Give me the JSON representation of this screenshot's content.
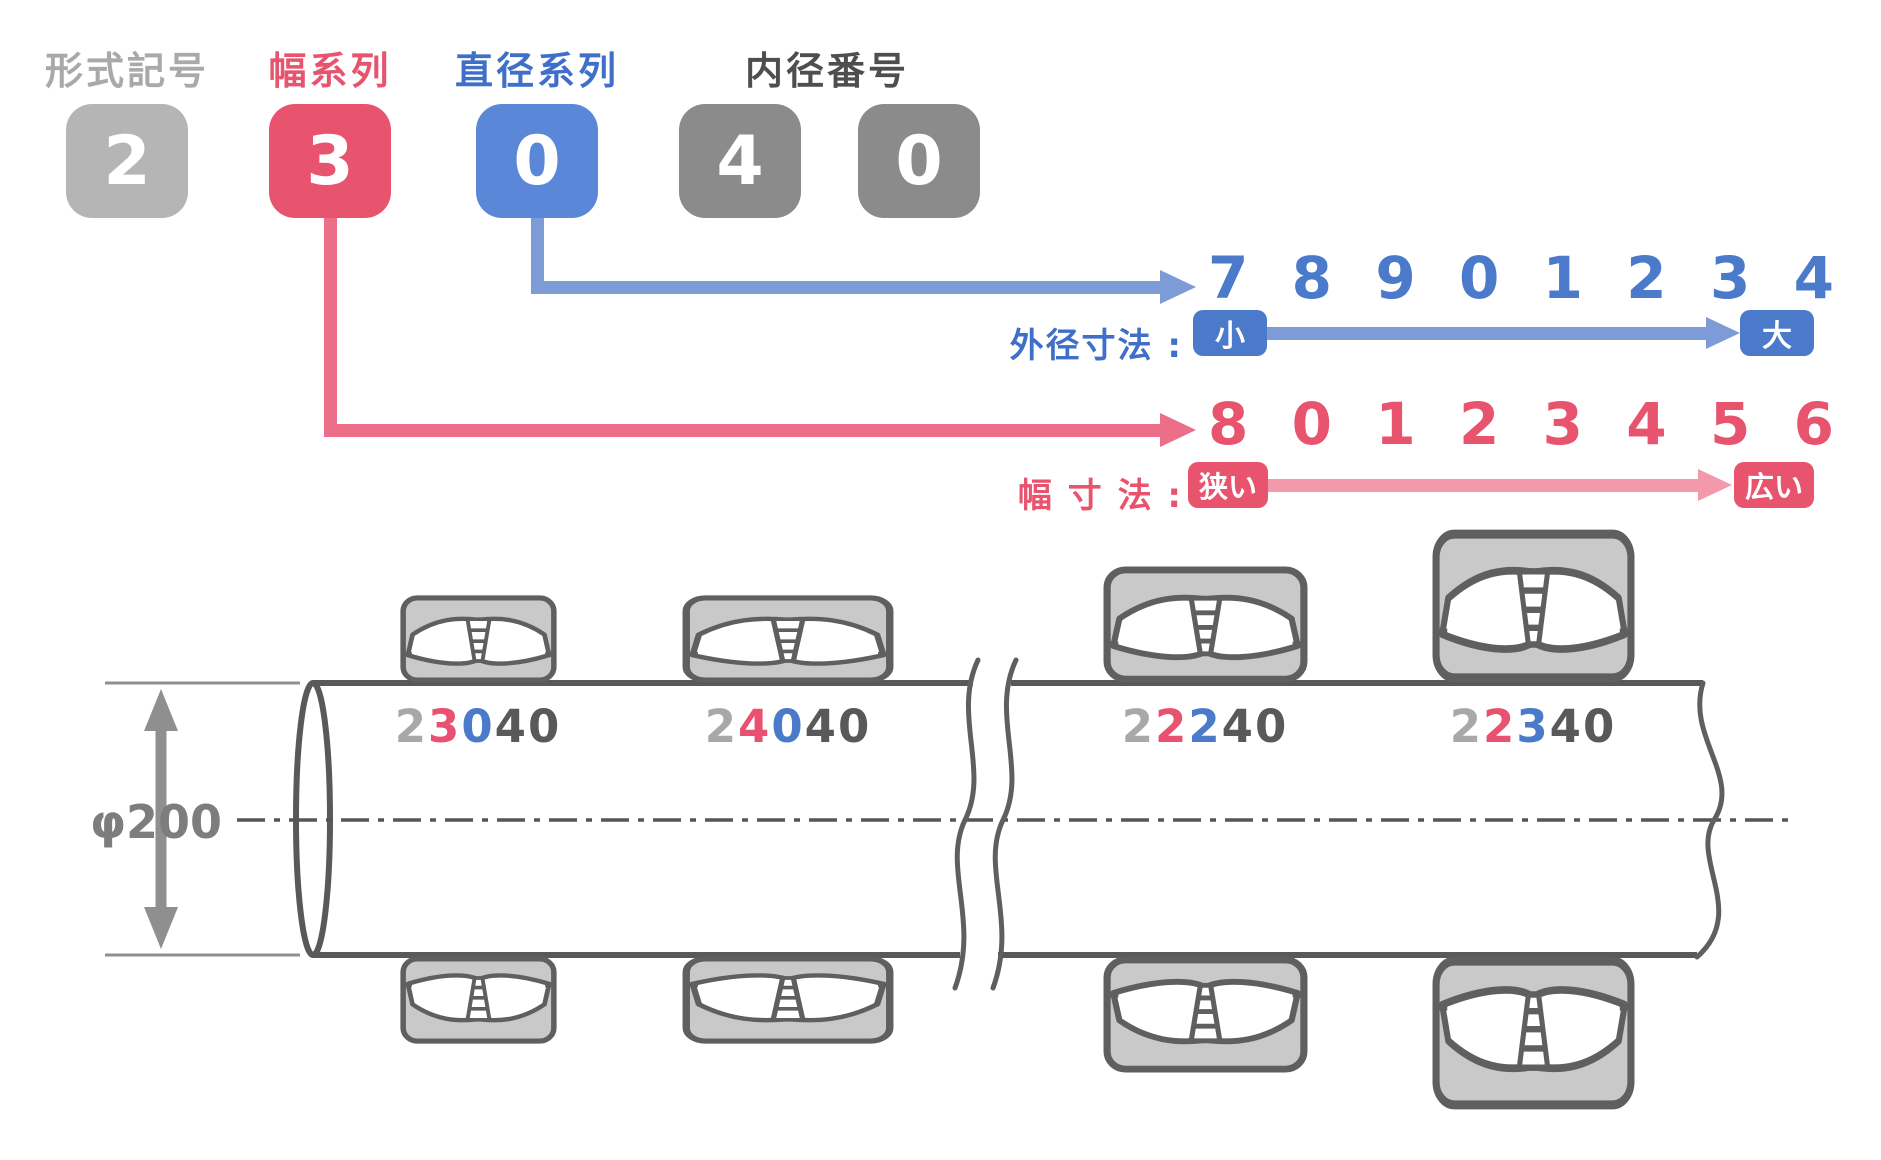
{
  "colors": {
    "pink": "#e8536e",
    "pink_arrow_light": "#f29aab",
    "pink_connector": "#ed6e88",
    "blue": "#4a7ac9",
    "blue_box": "#5b87d8",
    "blue_arrow_light": "#7d9cd7",
    "gray_light_box": "#b5b5b5",
    "gray_dark_box": "#8b8b8b",
    "digit_gray": "#a8a8a8",
    "digit_dark": "#595959",
    "bearing_fill": "#c9c9c9",
    "outline": "#5f5f5f",
    "dimension_gray": "#8f8f8f"
  },
  "legend": {
    "fields": [
      {
        "label": "形式記号",
        "digit": "2"
      },
      {
        "label": "幅系列",
        "digit": "3"
      },
      {
        "label": "直径系列",
        "digit": "0"
      },
      {
        "label": "内径番号",
        "digit": "4"
      },
      {
        "label": "",
        "digit": "0"
      }
    ]
  },
  "scales": {
    "outer_diameter": {
      "digits": [
        "7",
        "8",
        "9",
        "0",
        "1",
        "2",
        "3",
        "4"
      ],
      "caption": "外径寸法 :",
      "min_label": "小",
      "max_label": "大"
    },
    "width": {
      "digits": [
        "8",
        "0",
        "1",
        "2",
        "3",
        "4",
        "5",
        "6"
      ],
      "caption": "幅 寸 法 :",
      "min_label": "狭い",
      "max_label": "広い"
    }
  },
  "shaft": {
    "dimension_label": "φ200"
  },
  "bearings": [
    {
      "number": [
        "2",
        "3",
        "0",
        "4",
        "0"
      ]
    },
    {
      "number": [
        "2",
        "4",
        "0",
        "4",
        "0"
      ]
    },
    {
      "number": [
        "2",
        "2",
        "2",
        "4",
        "0"
      ]
    },
    {
      "number": [
        "2",
        "2",
        "3",
        "4",
        "0"
      ]
    }
  ]
}
